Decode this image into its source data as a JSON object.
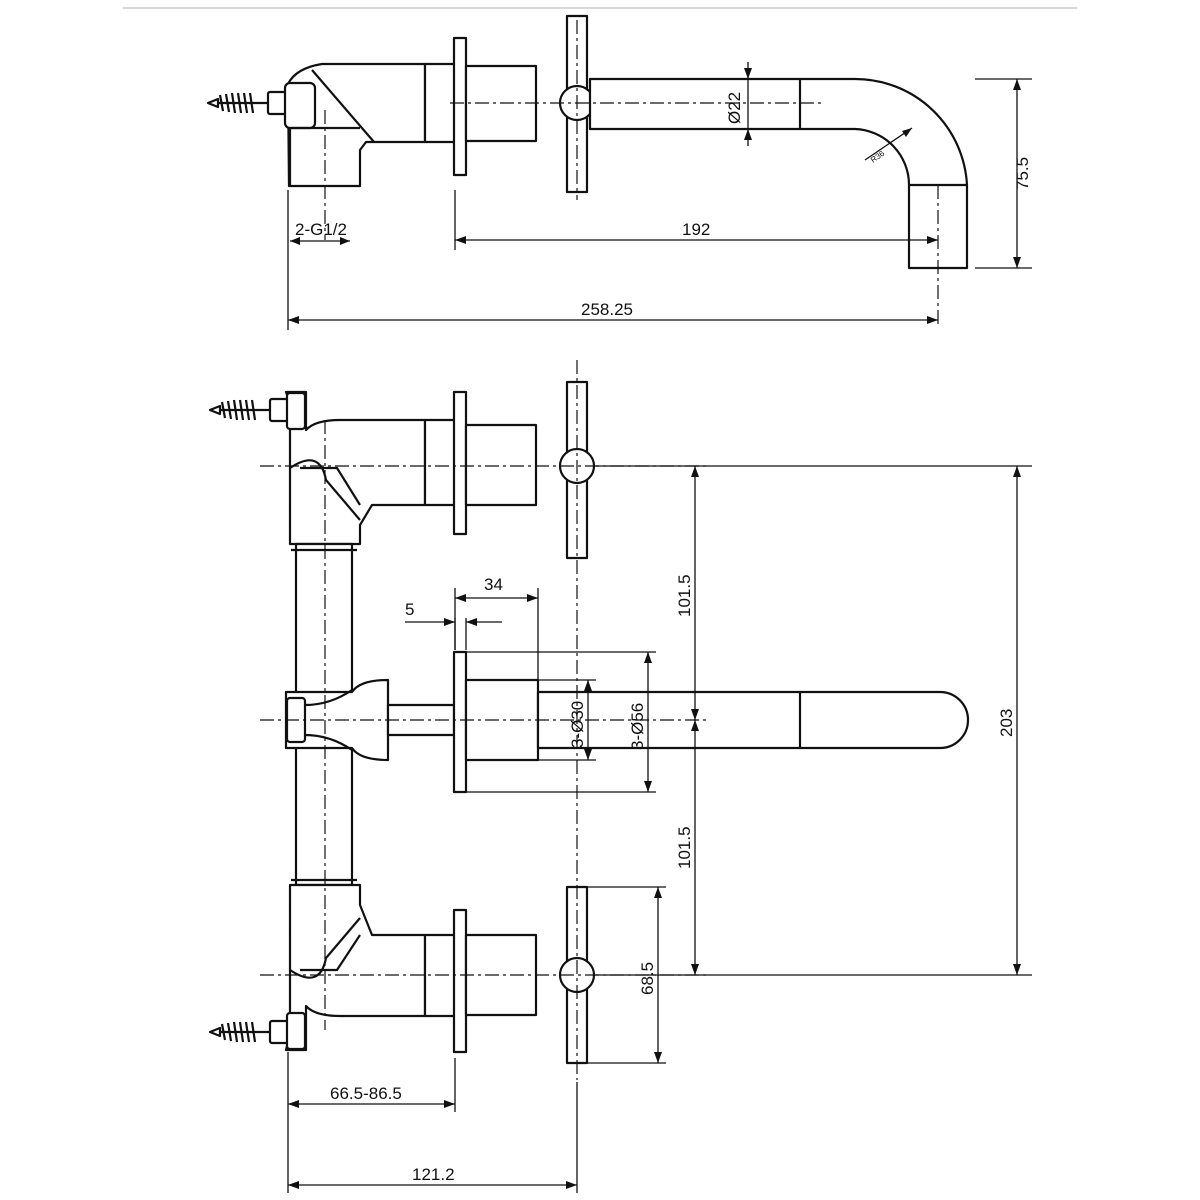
{
  "dimensions": {
    "side_thread": "2-G1/2",
    "side_spout_diameter": "Ø22",
    "side_spout_radius": "R36",
    "side_height": "75.5",
    "side_spout_reach": "192",
    "side_total_length": "258.25",
    "front_plate_thickness": "34",
    "front_gap": "5",
    "front_upper_spacing": "101.5",
    "front_lower_spacing": "101.5",
    "front_total_spacing": "203",
    "front_inner_diameter": "3-Ø30",
    "front_outer_diameter": "3-Ø56",
    "front_handle_height": "68.5",
    "front_wall_depth": "66.5-86.5",
    "front_total_depth": "121.2"
  }
}
